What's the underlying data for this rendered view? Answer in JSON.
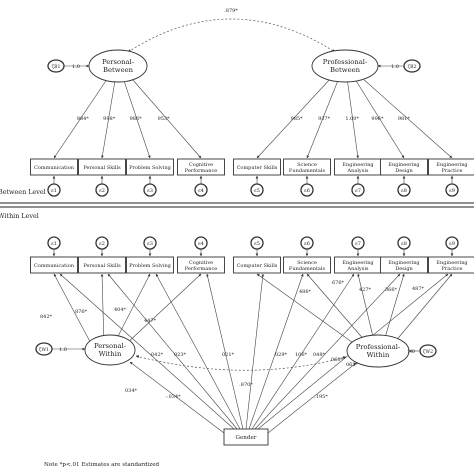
{
  "latent": {
    "personal_between": [
      "Personal-",
      "Between"
    ],
    "professional_between": [
      "Professional-",
      "Between"
    ],
    "personal_within": [
      "Personal-",
      "Within"
    ],
    "professional_within": [
      "Professional-",
      "Within"
    ]
  },
  "residuals": {
    "pb_label": "ζB1",
    "pb_value": "1.0",
    "prb_label": "ζB2",
    "prb_value": "1.0",
    "pw_label": "ζW1",
    "pw_value": "1.0",
    "prw_label": "ζW2",
    "prw_value": "1.0"
  },
  "between_indicators": [
    {
      "label": [
        "Communication"
      ],
      "err": "ε1"
    },
    {
      "label": [
        "Personal Skills"
      ],
      "err": "ε2"
    },
    {
      "label": [
        "Problem Solving"
      ],
      "err": "ε3"
    },
    {
      "label": [
        "Cognitive",
        "Performance"
      ],
      "err": "ε4"
    },
    {
      "label": [
        "Computer Skills"
      ],
      "err": "ε5"
    },
    {
      "label": [
        "Science",
        "Fundamentals"
      ],
      "err": "ε6"
    },
    {
      "label": [
        "Engineering",
        "Analysis"
      ],
      "err": "ε7"
    },
    {
      "label": [
        "Engineering",
        "Design"
      ],
      "err": "ε8"
    },
    {
      "label": [
        "Engineering",
        "Practice"
      ],
      "err": "ε9"
    }
  ],
  "within_indicators": [
    {
      "label": [
        "Communication"
      ],
      "err": "ε1"
    },
    {
      "label": [
        "Personal Skills"
      ],
      "err": "ε2"
    },
    {
      "label": [
        "Problem Solving"
      ],
      "err": "ε3"
    },
    {
      "label": [
        "Cognitive",
        "Performance"
      ],
      "err": "ε4"
    },
    {
      "label": [
        "Computer Skills"
      ],
      "err": "ε5"
    },
    {
      "label": [
        "Science",
        "Fundamentals"
      ],
      "err": "ε6"
    },
    {
      "label": [
        "Engineering",
        "Analysis"
      ],
      "err": "ε7"
    },
    {
      "label": [
        "Engineering",
        "Design"
      ],
      "err": "ε8"
    },
    {
      "label": [
        "Engineering",
        "Practice"
      ],
      "err": "ε9"
    }
  ],
  "between_loadings": [
    "984*",
    "998*",
    "986*",
    "953*",
    "985*",
    "937*",
    "1.00*",
    "996*",
    "981*"
  ],
  "within_loadings": [
    "842*",
    "876*",
    "404*",
    "447*",
    "486*",
    "676*",
    "427*",
    "366*",
    "487*"
  ],
  "gender_direct": [
    "034*",
    "042*",
    "023*",
    "021*",
    "029*",
    "106*",
    "048*",
    "060*",
    "062*"
  ],
  "between_covariance": ".879*",
  "within_covariance": ".870*",
  "gender_to_personal": "-.034*",
  "gender_to_professional": ".195*",
  "gender_label": "Gender",
  "level_labels": {
    "between": "Between Level",
    "within": "Within Level"
  },
  "note": "Note  *p<.01  Estimates are standardized"
}
